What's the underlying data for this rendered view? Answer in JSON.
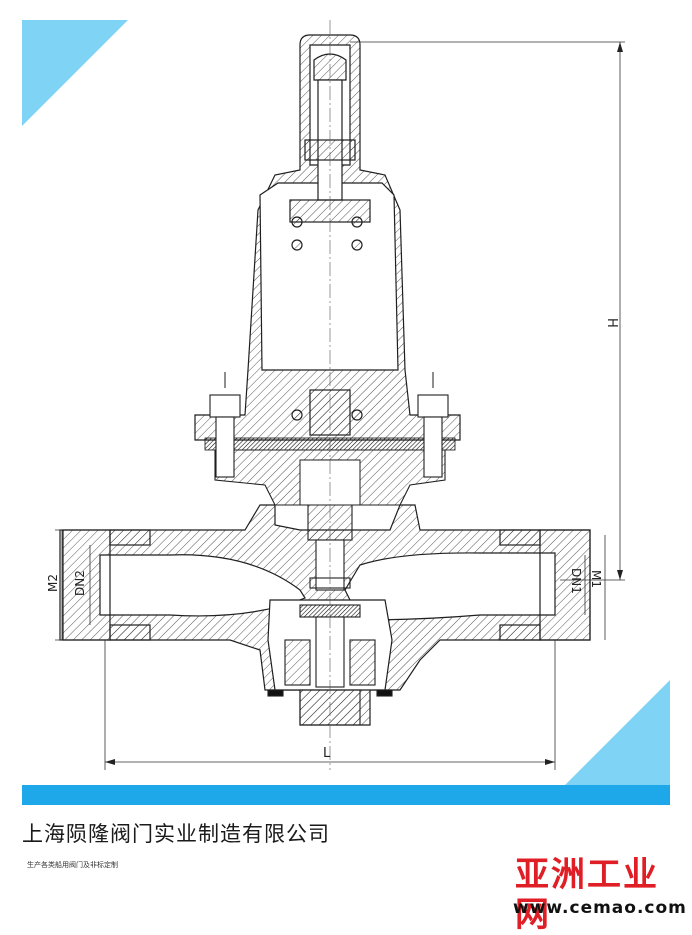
{
  "colors": {
    "accent_blue": "#1ea8ea",
    "light_blue": "#7fd3f5",
    "line": "#1f1f1f",
    "brand_red": "#e01e25"
  },
  "drawing": {
    "dim_height": "H",
    "dim_length": "L",
    "label_m2": "M2",
    "label_dn2": "DN2",
    "label_dn1": "DN1",
    "label_m1": "M1"
  },
  "footer": {
    "company_name": "上海陨隆阀门实业制造有限公司",
    "tagline": "生产各类船用阀门及非标定制"
  },
  "watermark": {
    "brand": "亚洲工业网",
    "url": "www.cemao.com"
  }
}
